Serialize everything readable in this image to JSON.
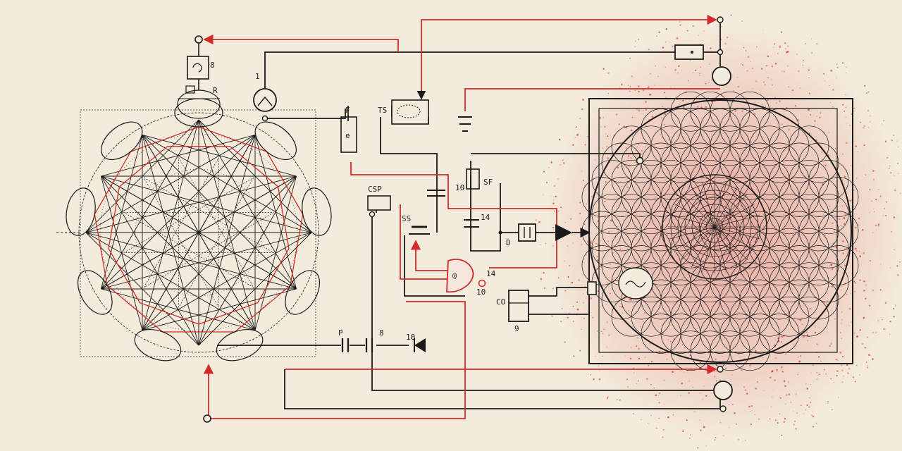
{
  "colors": {
    "paper": "#f3ecdc",
    "ink": "#1a1a1a",
    "red": "#d42a2a"
  },
  "labels": {
    "l_8": "8",
    "l_r": "R",
    "l_1": "1",
    "l_f": "F",
    "l_ts": "TS",
    "l_csp": "CSP",
    "l_ss": "SS",
    "l_10": "10",
    "l_sf": "SF",
    "l_14": "14",
    "l_d": "D",
    "l_10b": "10",
    "l_14b": "14",
    "l_co": "CO",
    "l_9": "9",
    "l_p": "P",
    "l_8b": "8",
    "l_10c": "10"
  }
}
